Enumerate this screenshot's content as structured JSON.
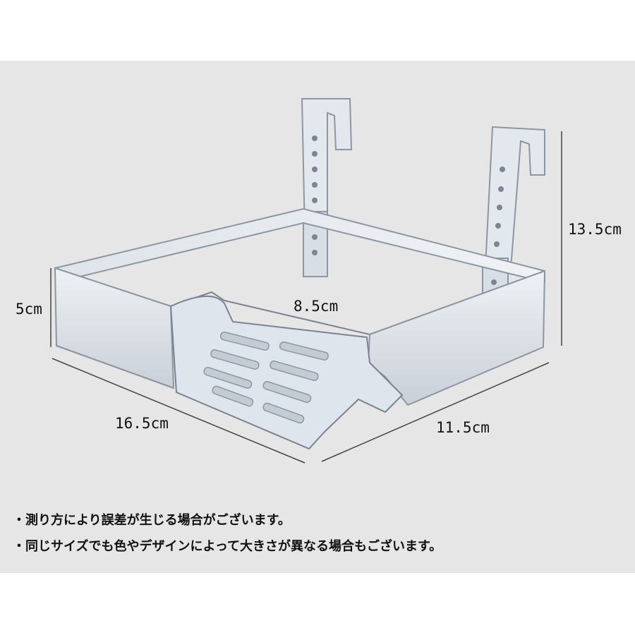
{
  "product_image": {
    "alt": "Clear acrylic turtle basking platform with hanging brackets and ramp",
    "colors": {
      "background": "#e6e6e6",
      "acrylic_fill": "#dbe1e8",
      "acrylic_edge": "#8d96a3",
      "dimension_line": "#444444"
    }
  },
  "dimensions": {
    "height_total": "13.5cm",
    "height_box": "5cm",
    "inner_width": "8.5cm",
    "length": "16.5cm",
    "depth": "11.5cm"
  },
  "notes": [
    "・測り方により誤差が生じる場合がございます。",
    "・同じサイズでも色やデザインによって大きさが異なる場合もございます。"
  ]
}
